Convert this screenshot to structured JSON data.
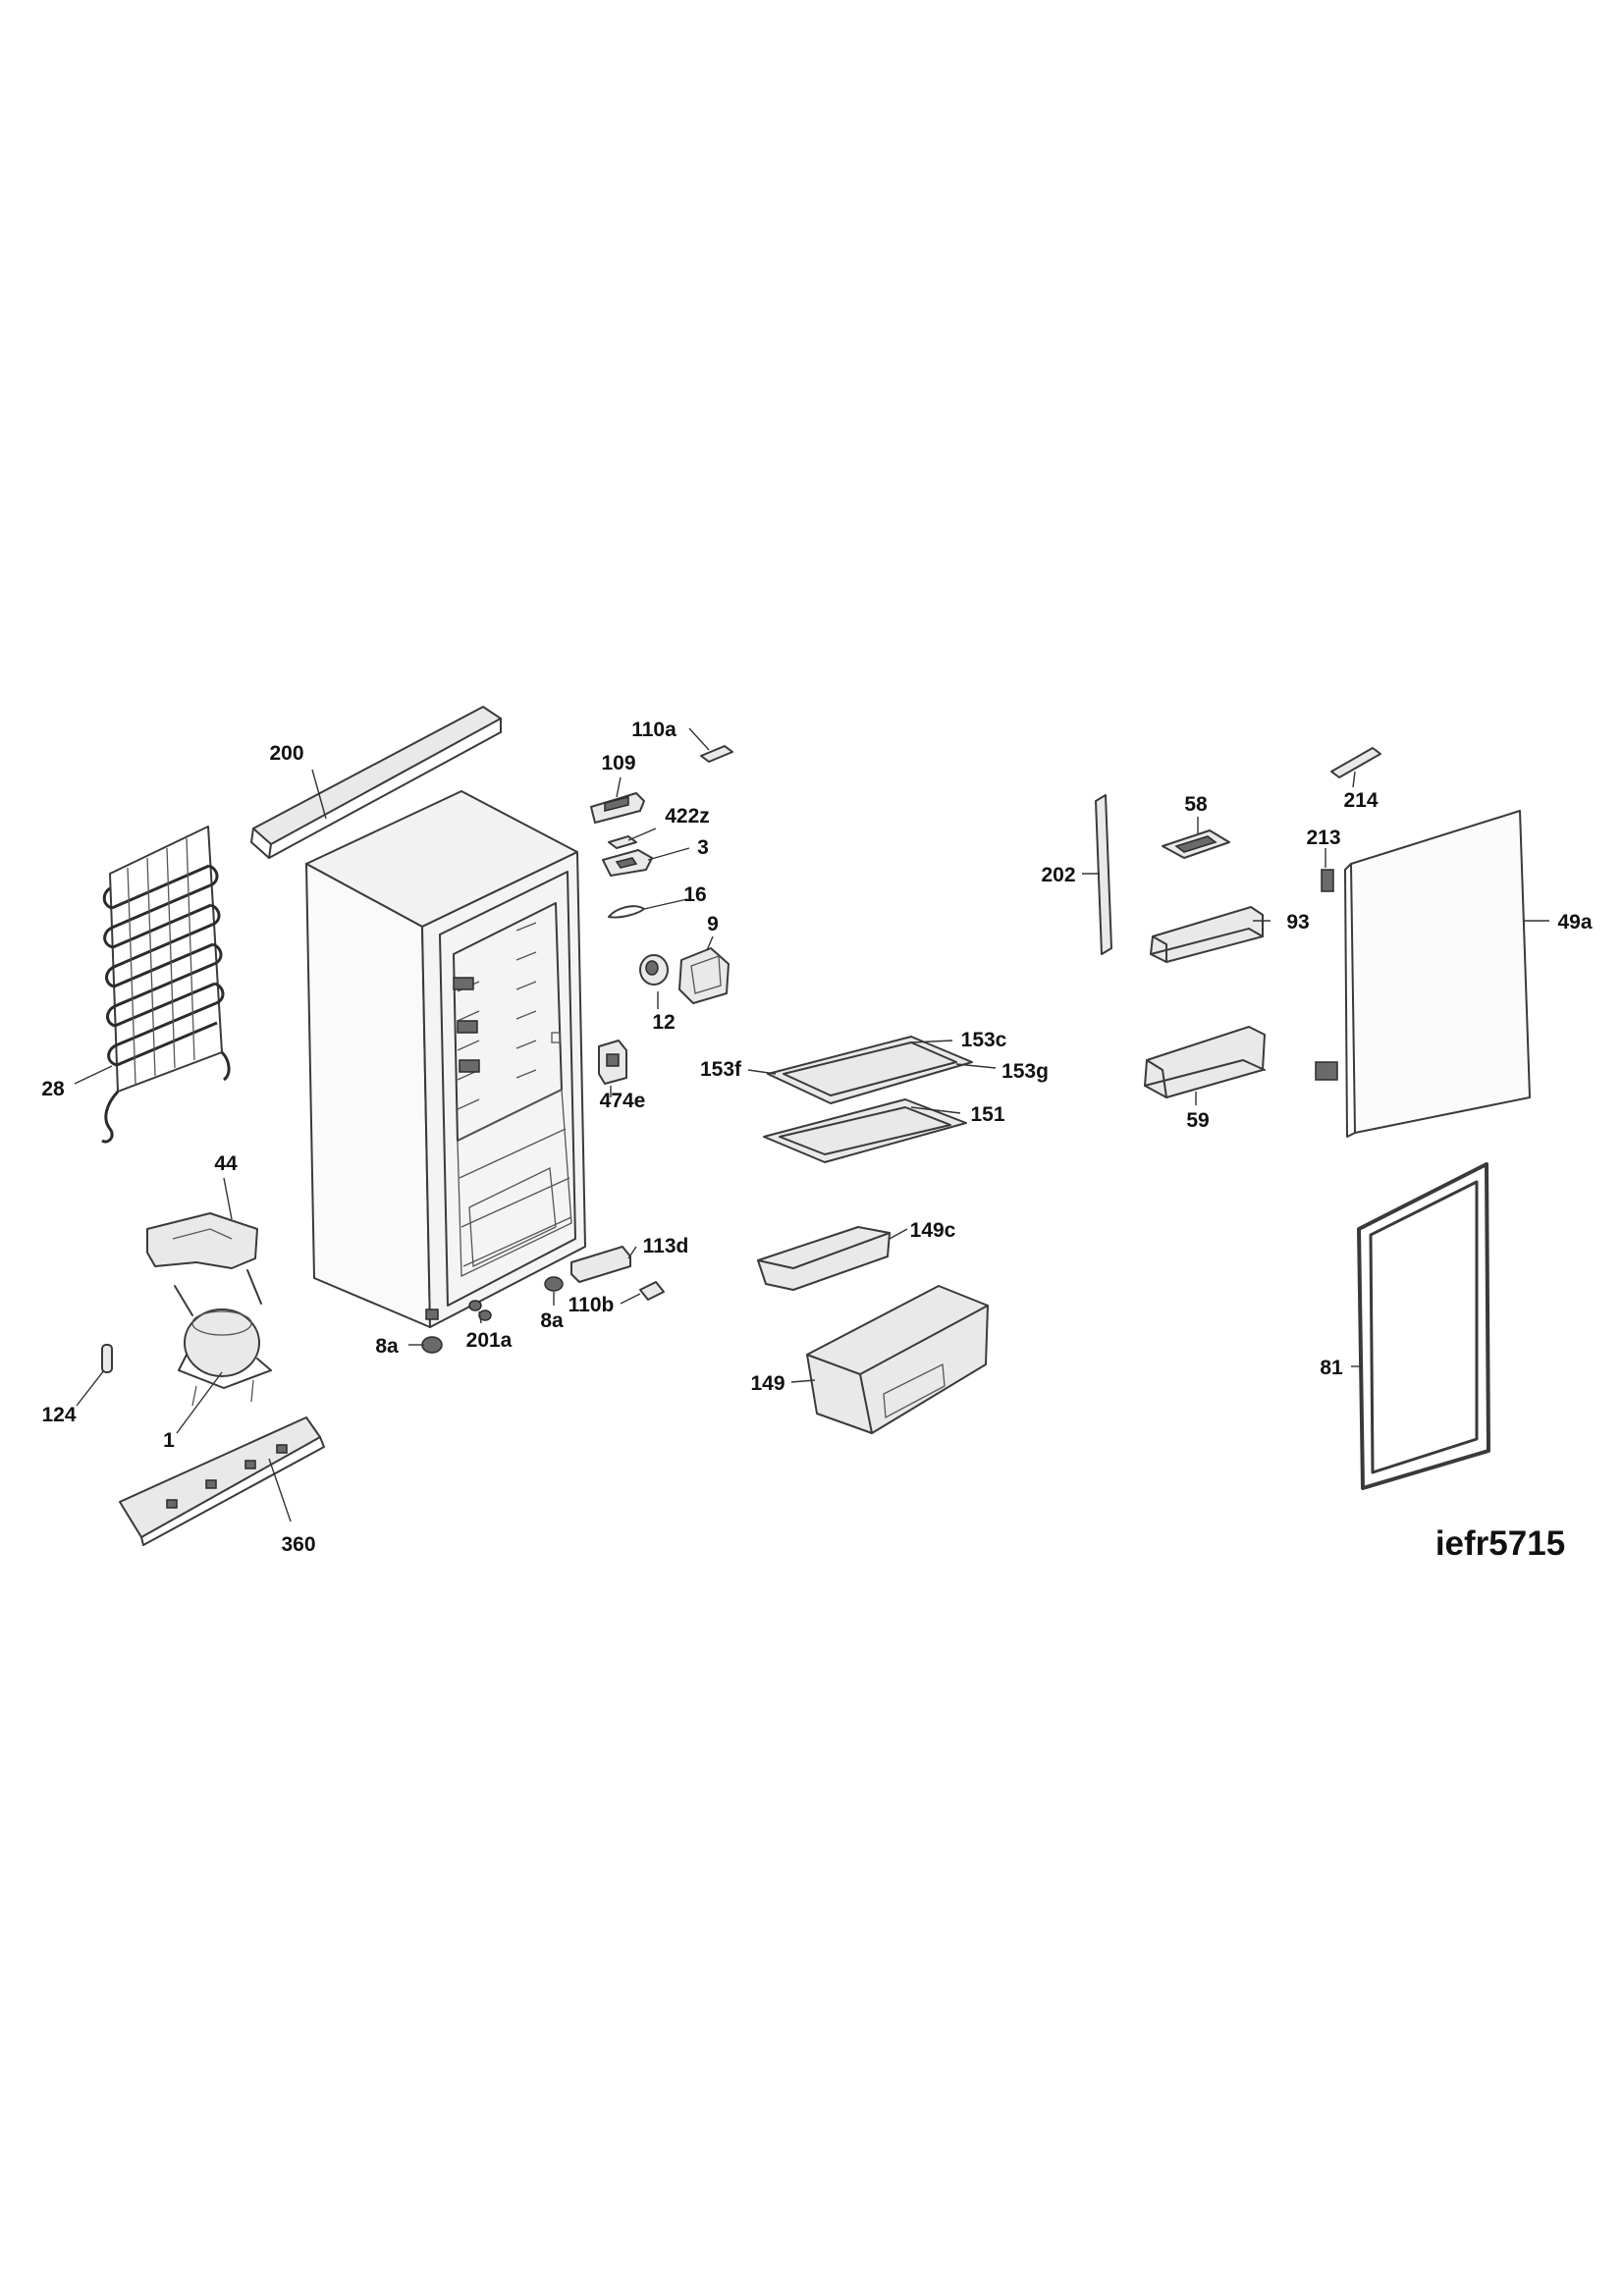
{
  "labels": {
    "p200": "200",
    "p110a": "110a",
    "p109": "109",
    "p422z": "422z",
    "p3": "3",
    "p16": "16",
    "p9": "9",
    "p12": "12",
    "p474e": "474e",
    "p28": "28",
    "p44": "44",
    "p124": "124",
    "p1": "1",
    "p360": "360",
    "p8a_left": "8a",
    "p201a": "201a",
    "p8a_right": "8a",
    "p110b": "110b",
    "p113d": "113d",
    "p153f": "153f",
    "p153c": "153c",
    "p153g": "153g",
    "p151": "151",
    "p149c": "149c",
    "p149": "149",
    "p202": "202",
    "p58": "58",
    "p93": "93",
    "p59": "59",
    "p214": "214",
    "p213": "213",
    "p49a": "49a",
    "p81": "81"
  },
  "model_code": "iefr5715"
}
